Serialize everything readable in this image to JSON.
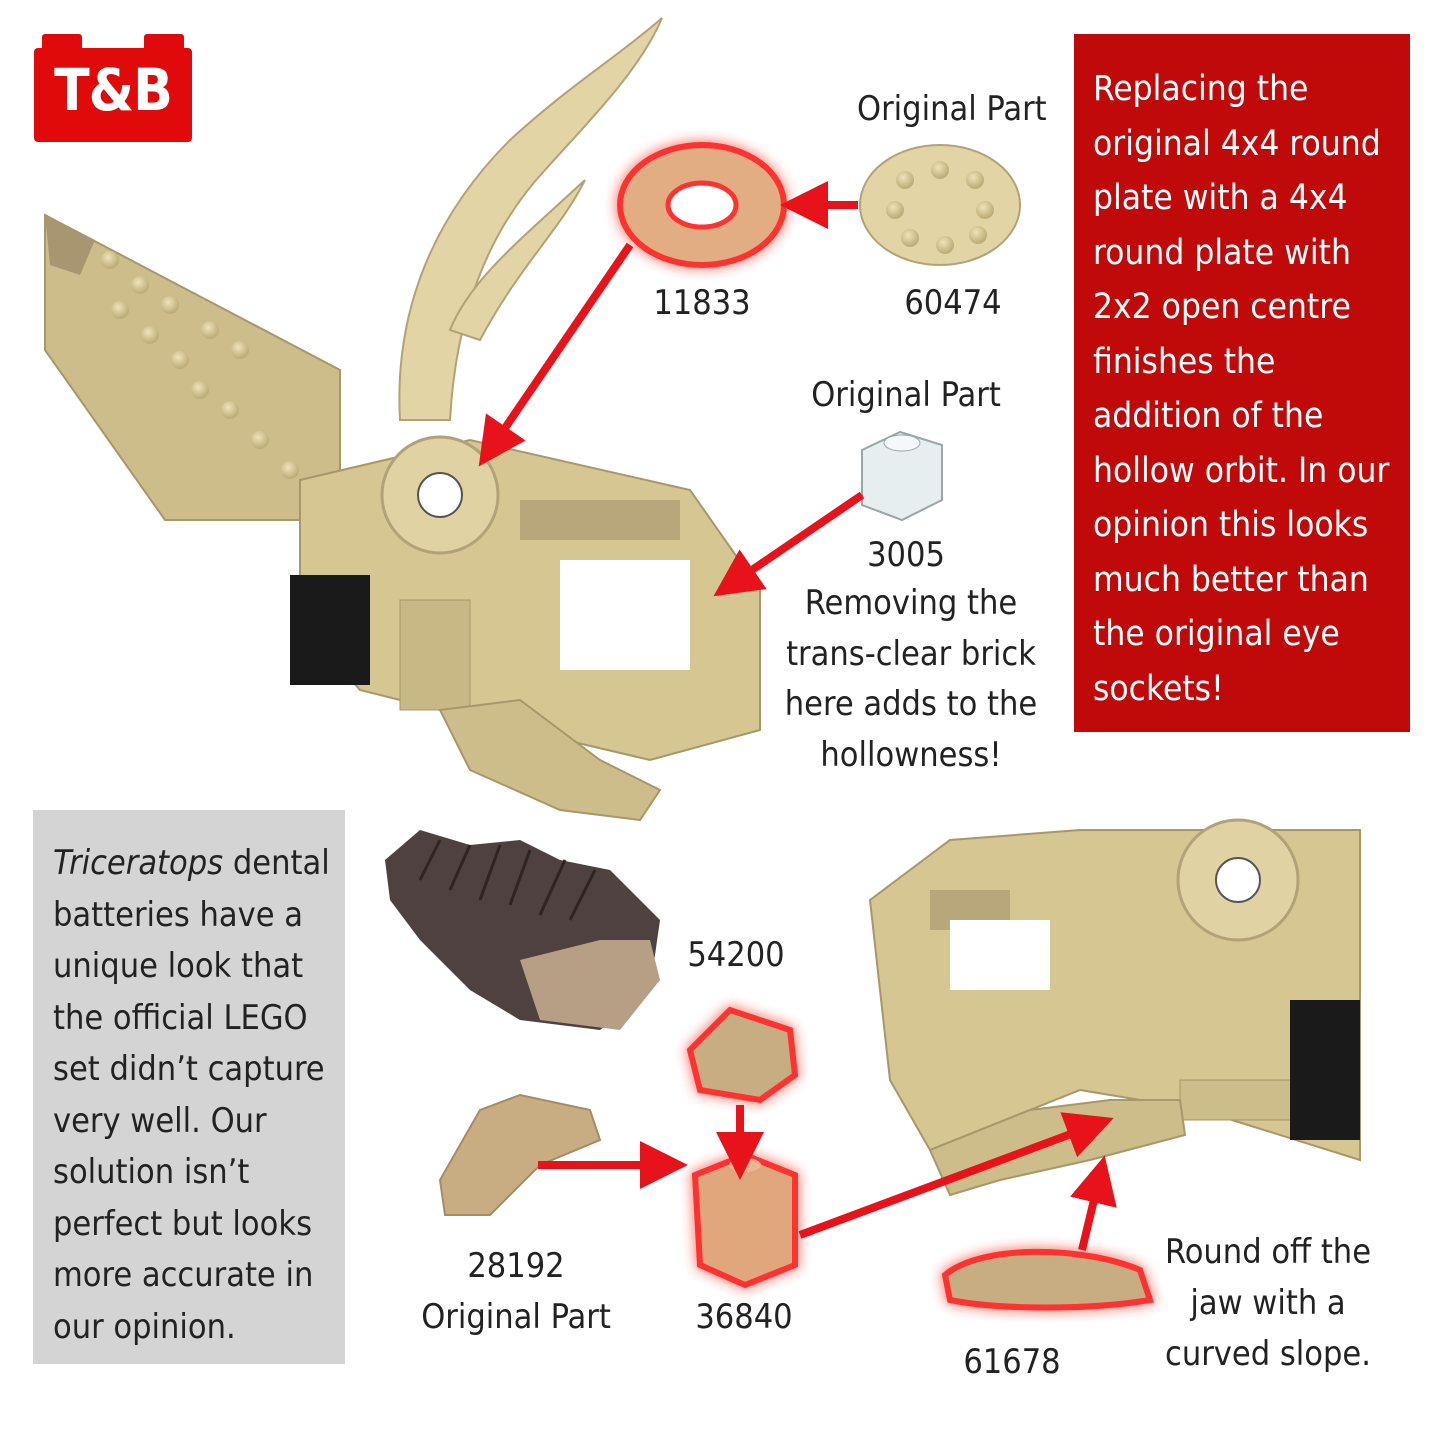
{
  "logo": {
    "text": "T&B",
    "color": "#e00a0a"
  },
  "colors": {
    "accent_red": "#c00a0a",
    "arrow_red": "#e8121a",
    "grey_panel": "#d4d4d4",
    "tan": "#d6c692",
    "dark_tan": "#b8a77a"
  },
  "top_section": {
    "original_part_label_1": "Original Part",
    "part_11833": "11833",
    "part_60474": "60474",
    "original_part_label_2": "Original Part",
    "part_3005": "3005",
    "brick_note": [
      "Removing the",
      "trans-clear brick",
      "here adds to the",
      "hollowness!"
    ]
  },
  "red_box": {
    "text": "Replacing the original 4x4 round plate with a 4x4 round plate with 2x2 open centre finishes the addition of the hollow orbit. In our opinion this looks much better than the original eye sockets!"
  },
  "bottom_section": {
    "grey_box": {
      "italic": "Triceratops",
      "text": " dental batteries have a unique look that the official LEGO set didn’t capture very well. Our solution isn’t perfect but looks more accurate in our opinion."
    },
    "part_54200": "54200",
    "part_28192": "28192",
    "original_part_label_3": "Original Part",
    "part_36840": "36840",
    "part_61678": "61678",
    "jaw_note": [
      "Round off the",
      "jaw with a",
      "curved slope."
    ]
  }
}
